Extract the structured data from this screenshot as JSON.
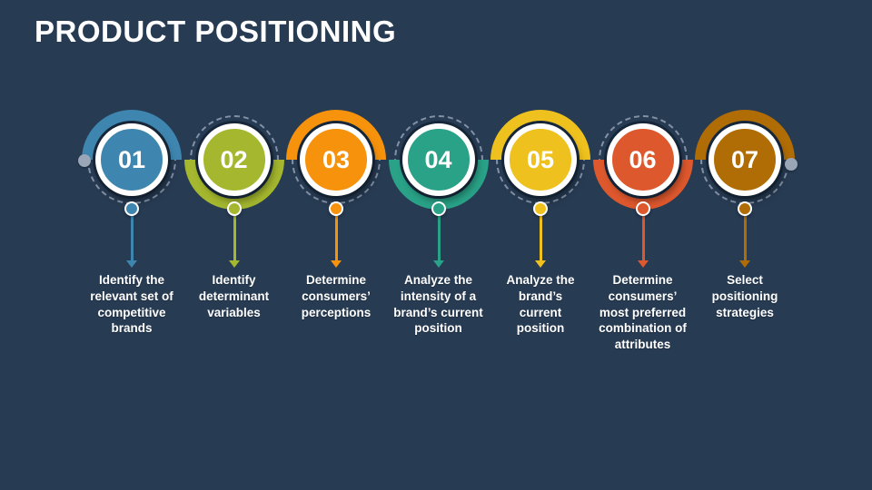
{
  "slide": {
    "title": "PRODUCT POSITIONING"
  },
  "colors": {
    "background": "#273b53",
    "dashed_ring": "#93a0b4",
    "endpoint_dot": "#9aa6b8",
    "text": "#ffffff"
  },
  "steps": [
    {
      "number": "01",
      "color": "#3e86b0",
      "arc": "top",
      "label": "Identify the\nrelevant set of\ncompetitive\nbrands"
    },
    {
      "number": "02",
      "color": "#a4b72e",
      "arc": "bottom",
      "label": "Identify\ndeterminant\nvariables"
    },
    {
      "number": "03",
      "color": "#f6920b",
      "arc": "top",
      "label": "Determine\nconsumers’\nperceptions"
    },
    {
      "number": "04",
      "color": "#29a287",
      "arc": "bottom",
      "label": "Analyze the\nintensity of a\nbrand’s current\nposition"
    },
    {
      "number": "05",
      "color": "#eec11e",
      "arc": "top",
      "label": "Analyze the\nbrand’s\ncurrent\nposition"
    },
    {
      "number": "06",
      "color": "#de582d",
      "arc": "bottom",
      "label": "Determine\nconsumers’\nmost preferred\ncombination of\nattributes"
    },
    {
      "number": "07",
      "color": "#b06c05",
      "arc": "top",
      "label": "Select\npositioning\nstrategies"
    }
  ]
}
